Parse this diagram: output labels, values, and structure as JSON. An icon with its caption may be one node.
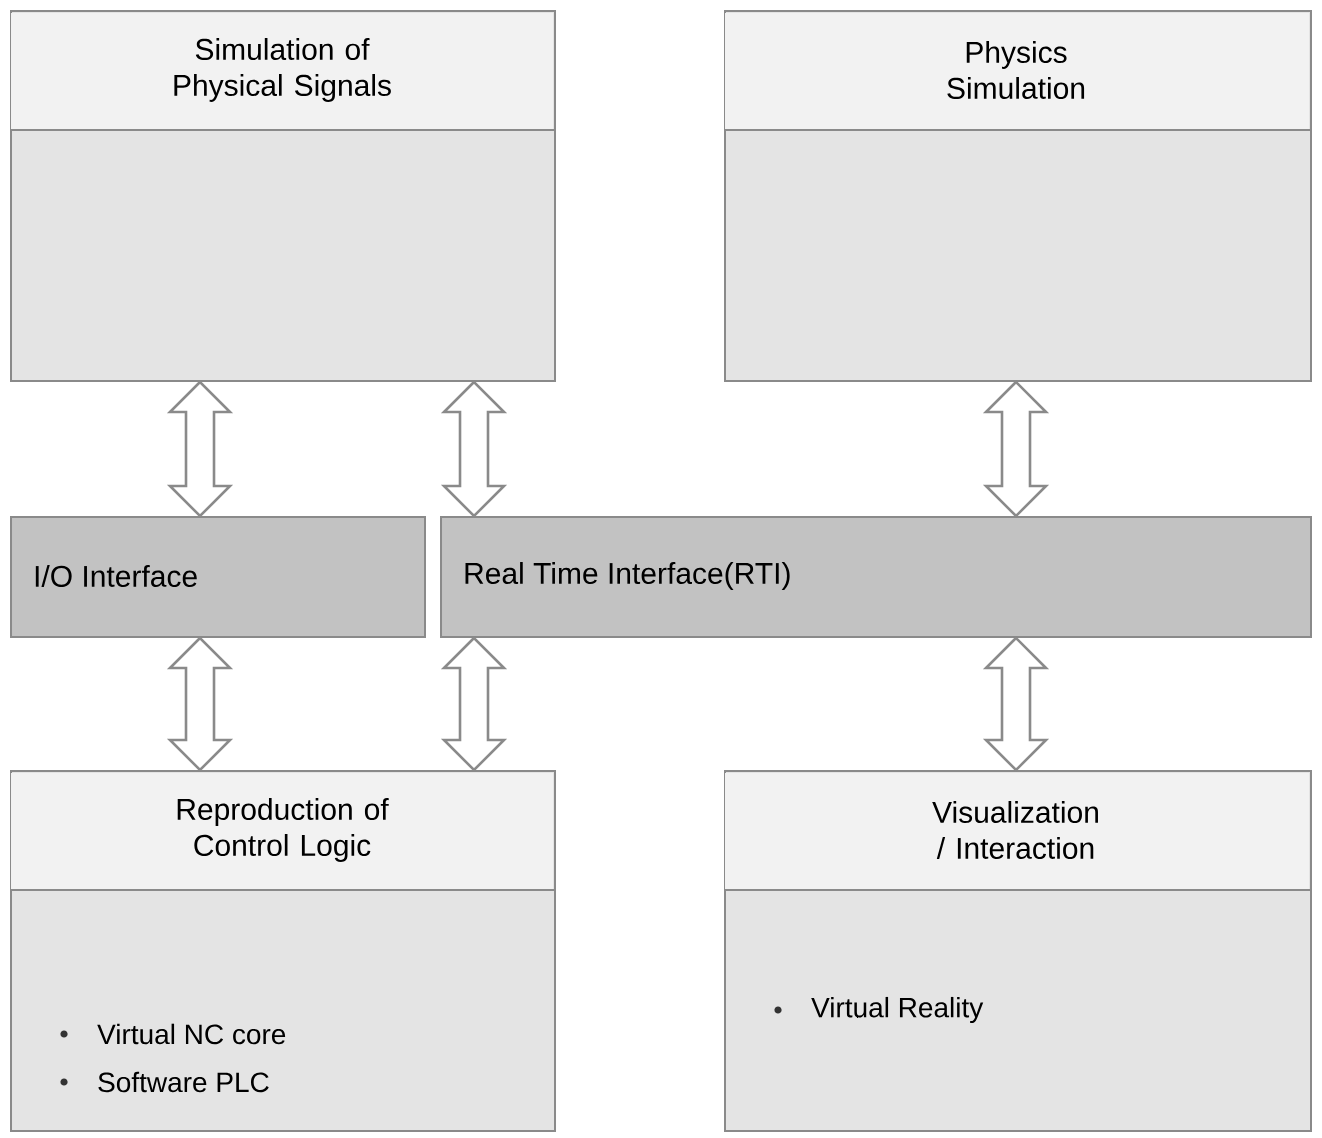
{
  "diagram": {
    "nodes": [
      {
        "text": [
          "Simulation of Physical Signals"
        ]
      },
      {
        "text": [
          "Physics Simulation"
        ]
      },
      {
        "text": [
          "I/O Interface"
        ]
      },
      {
        "text": [
          "Real Time Interface(RTI)"
        ]
      },
      {
        "text": [
          "Reproduction of Control Logic",
          "Virtual NC core",
          "Software PLC"
        ]
      },
      {
        "text": [
          "Visualization / Interaction",
          "Virtual Reality"
        ]
      }
    ],
    "edges": [
      {
        "from": 0,
        "to": 2,
        "arrow": "both",
        "style": "thick"
      },
      {
        "from": 0,
        "to": 3,
        "arrow": "both",
        "style": "thick"
      },
      {
        "from": 1,
        "to": 3,
        "arrow": "both",
        "style": "thick"
      },
      {
        "from": 2,
        "to": 4,
        "arrow": "both",
        "style": "thick"
      },
      {
        "from": 3,
        "to": 4,
        "arrow": "both",
        "style": "thick"
      },
      {
        "from": 3,
        "to": 5,
        "arrow": "both",
        "style": "thick"
      }
    ]
  }
}
